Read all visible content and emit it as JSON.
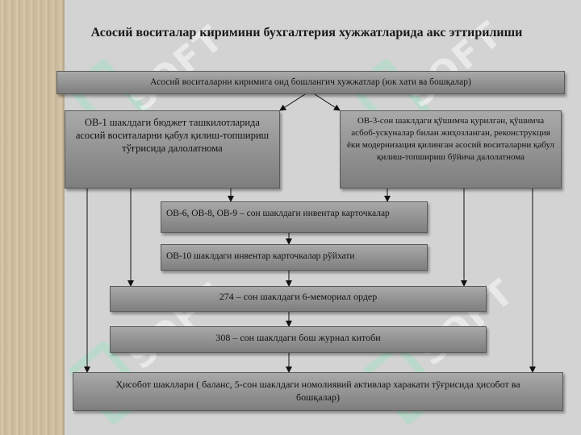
{
  "title": "Асосий воситалар киримини бухгалтерия хужжатларида акс эттирилиши",
  "watermark": "SOFT",
  "boxes": {
    "top": "Асосий воситаларни киримига оид бошлангич хужжатлар (юк хати ва бошқалар)",
    "ov1": "ОВ-1 шаклдаги бюджет ташкилотларида асосий воситаларни қабул қилиш-топшириш тўғрисида далолатнома",
    "ov3": "ОВ-3-сон шаклдаги қўшимча қурилган, қўшимча асбоб-ускуналар билан жиҳозланган, реконструкция ёки модернизация қилинган асосий воситаларни қабул қилиш-топшириш бўйича далолатнома",
    "ov6": "ОВ-6, ОВ-8, ОВ-9 – сон шаклдаги  инвентар карточкалар",
    "ov10": "ОВ-10 шаклдаги инвентар карточкалар рўйхати",
    "order274": "274 – сон шаклдаги 6-мемориал ордер",
    "journal308": "308 – сон шаклдаги бош журнал китоби",
    "report": "Ҳисобот шакллари ( баланс, 5-сон шаклдаги номолиявий активлар харакати тўғрисида ҳисобот ва бошқалар)"
  }
}
